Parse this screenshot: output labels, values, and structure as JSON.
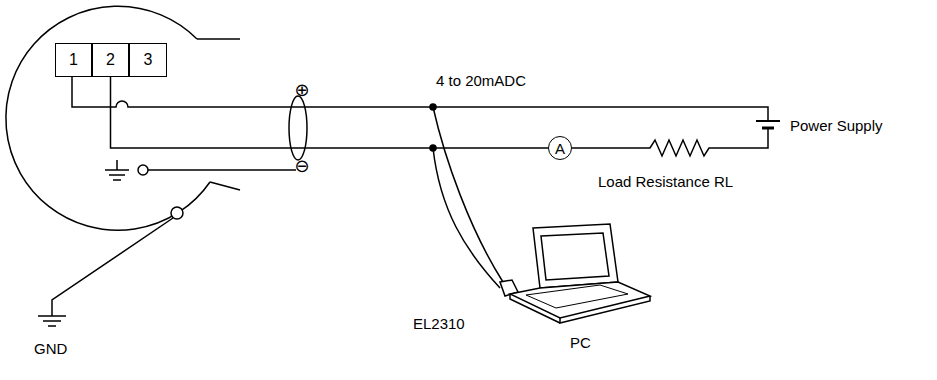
{
  "diagram": {
    "nodes": [
      {
        "text": [
          "1"
        ]
      },
      {
        "text": [
          "2"
        ]
      },
      {
        "text": [
          "3"
        ]
      },
      {
        "text": [
          "A"
        ]
      }
    ],
    "edges": [
      {
        "from": 1,
        "to": 3,
        "arrow": "none"
      }
    ],
    "labels": [
      "4 to 20mADC",
      "⊕",
      "⊖",
      "Power Supply",
      "Load Resistance RL",
      "EL2310",
      "PC",
      "GND"
    ]
  }
}
